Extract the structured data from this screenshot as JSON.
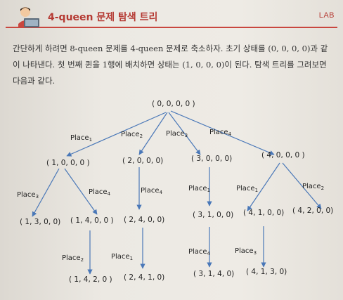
{
  "header": {
    "title": "4-queen 문제 탐색 트리",
    "tag": "LAB"
  },
  "paragraph": {
    "line1": "간단하게 하려면 8-queen 문제를 4-queen 문제로 축소하자. 초기 상태를 (0, 0, 0, 0)과 같",
    "line2": "이 나타낸다. 첫 번째 퀸을 1행에 배치하면 상태는 (1, 0, 0, 0)이 된다. 탐색 트리를 그려보면",
    "line3": "다음과 같다."
  },
  "tree": {
    "nodes": {
      "root": "( 0, 0, 0, 0 )",
      "n1000": "( 1, 0, 0, 0 )",
      "n2000": "( 2, 0, 0, 0)",
      "n3000": "( 3, 0, 0, 0)",
      "n4000": "( 4, 0, 0, 0 )",
      "n1300": "( 1, 3, 0, 0)",
      "n1400": "( 1, 4, 0, 0 )",
      "n2400": "( 2, 4, 0, 0)",
      "n3100": "( 3, 1, 0, 0)",
      "n4100": "( 4, 1, 0, 0)",
      "n4200": "( 4, 2, 0, 0)",
      "n1420": "( 1, 4, 2, 0 )",
      "n2410": "( 2, 4, 1, 0)",
      "n3140": "( 3, 1, 4, 0)",
      "n4130": "( 4, 1, 3, 0)"
    },
    "edges": {
      "root_1": {
        "word": "Place",
        "sub": "1"
      },
      "root_2": {
        "word": "Place",
        "sub": "2"
      },
      "root_3": {
        "word": "Place",
        "sub": "3"
      },
      "root_4": {
        "word": "Place",
        "sub": "4"
      },
      "a_3": {
        "word": "Place",
        "sub": "3"
      },
      "a_4": {
        "word": "Place",
        "sub": "4"
      },
      "b_4": {
        "word": "Place",
        "sub": "4"
      },
      "c_1": {
        "word": "Place",
        "sub": "1"
      },
      "d_1": {
        "word": "Place",
        "sub": "1"
      },
      "d_2": {
        "word": "Place",
        "sub": "2"
      },
      "e_2": {
        "word": "Place",
        "sub": "2"
      },
      "f_1": {
        "word": "Place",
        "sub": "1"
      },
      "g_4": {
        "word": "Place",
        "sub": "4"
      },
      "h_3": {
        "word": "Place",
        "sub": "3"
      }
    }
  },
  "colors": {
    "accent": "#b53a33",
    "arrow": "#4a78b8"
  }
}
